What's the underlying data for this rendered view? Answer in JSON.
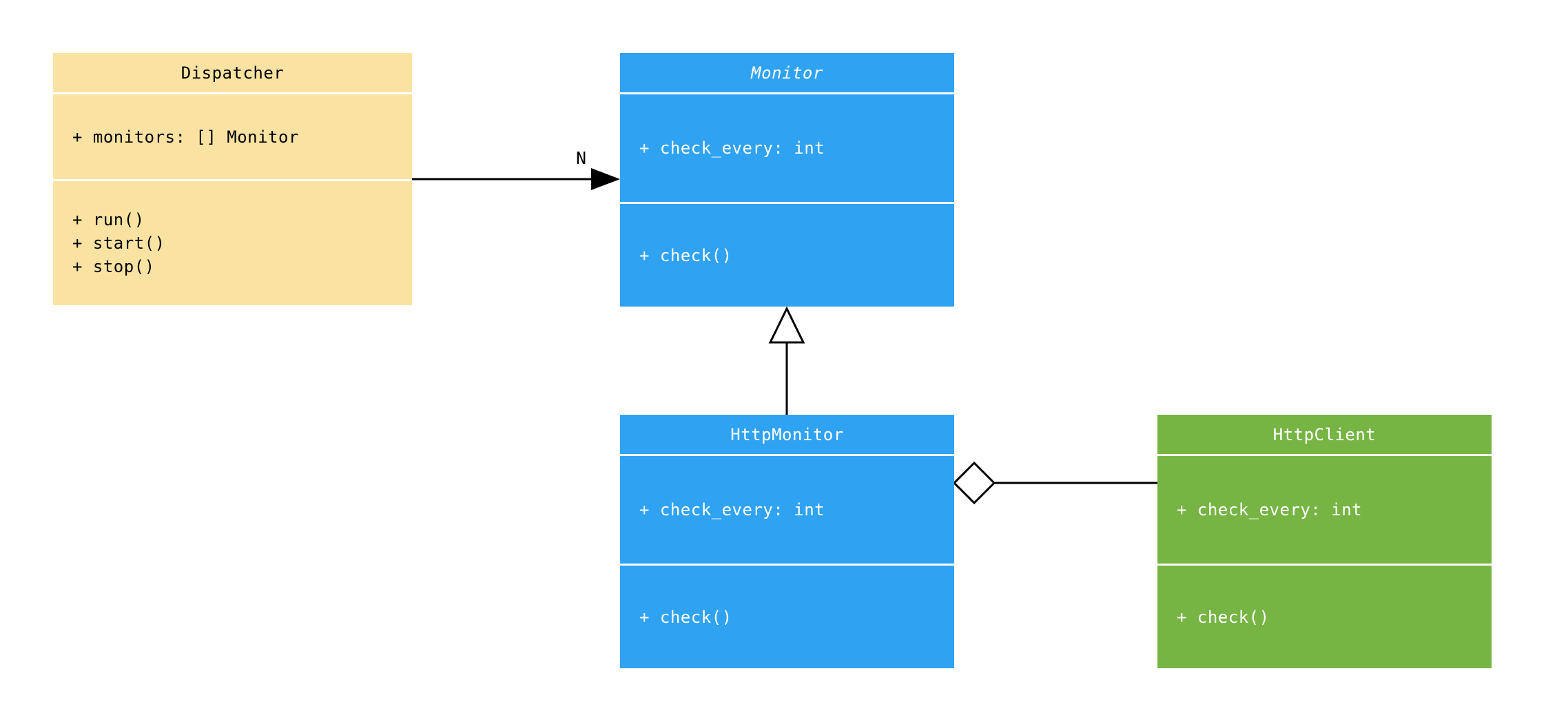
{
  "diagram": {
    "type": "uml-class-diagram",
    "background": "#FFFFFF",
    "classes": [
      {
        "name": "Dispatcher",
        "abstract": false,
        "color": "#FAE3A2",
        "text_color": "#000000",
        "attributes": [
          "+ monitors: [] Monitor"
        ],
        "methods": [
          "+ run()",
          "+ start()",
          "+ stop()"
        ]
      },
      {
        "name": "Monitor",
        "abstract": true,
        "color": "#30A2F2",
        "text_color": "#FFFFFF",
        "attributes": [
          "+ check_every: int"
        ],
        "methods": [
          "+ check()"
        ]
      },
      {
        "name": "HttpMonitor",
        "abstract": false,
        "color": "#30A2F2",
        "text_color": "#FFFFFF",
        "attributes": [
          "+ check_every: int"
        ],
        "methods": [
          "+ check()"
        ]
      },
      {
        "name": "HttpClient",
        "abstract": false,
        "color": "#76B544",
        "text_color": "#FFFFFF",
        "attributes": [
          "+ check_every: int"
        ],
        "methods": [
          "+ check()"
        ]
      }
    ],
    "relationships": [
      {
        "type": "association",
        "from": "Dispatcher",
        "to": "Monitor",
        "label": "N",
        "arrow": "filled-arrowhead"
      },
      {
        "type": "inheritance",
        "from": "HttpMonitor",
        "to": "Monitor",
        "arrow": "hollow-triangle"
      },
      {
        "type": "aggregation",
        "from": "HttpMonitor",
        "to": "HttpClient",
        "arrow": "hollow-diamond"
      }
    ]
  }
}
